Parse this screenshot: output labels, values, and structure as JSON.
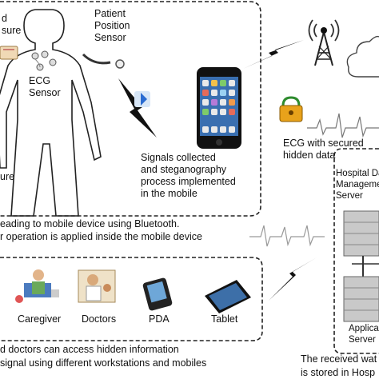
{
  "sensors": {
    "patient_position_lines": [
      "Patient",
      "Position",
      "Sensor"
    ],
    "pressure_fragment_lines": [
      "d",
      "sure"
    ],
    "ecg_lines": [
      "ECG",
      "Sensor"
    ],
    "temperature_fragment": "ure"
  },
  "phone_box": {
    "description_lines": [
      "Signals collected",
      "and steganography",
      "process implemented",
      "in the mobile"
    ]
  },
  "bottom_notes_top": [
    "eading to mobile device using Bluetooth.",
    "r operation is applied inside the mobile device"
  ],
  "ecg_secured": {
    "lines": [
      "ECG with secured",
      "hidden data"
    ]
  },
  "server": {
    "top_lines": [
      "Hospital Dat",
      "Manageme",
      "Server"
    ],
    "bottom_lines": [
      "Applica",
      "Server"
    ]
  },
  "devices": [
    {
      "label": "Caregiver",
      "icon": "caregiver-icon"
    },
    {
      "label": "Doctors",
      "icon": "doctors-icon"
    },
    {
      "label": "PDA",
      "icon": "pda-icon"
    },
    {
      "label": "Tablet",
      "icon": "tablet-icon"
    }
  ],
  "bottom_notes_left": [
    "d doctors can access hidden information",
    " signal using different workstations and mobiles"
  ],
  "bottom_notes_right": [
    "The received wat",
    "is stored in Hosp"
  ],
  "colors": {
    "dashed_border": "#222222",
    "ecg_trace": "#777777",
    "phone_body": "#111111"
  }
}
